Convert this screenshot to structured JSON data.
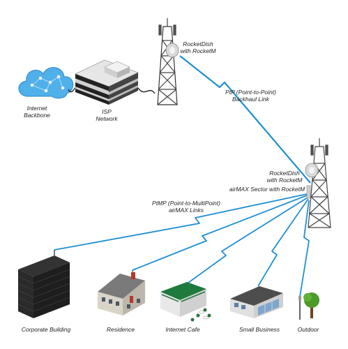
{
  "nodes": {
    "internet": {
      "line1": "Internet",
      "line2": "Backbone"
    },
    "isp": {
      "line1": "ISP",
      "line2": "Network"
    },
    "tower1": {
      "line1": "RocketDish",
      "line2": "with RocketM"
    },
    "tower2": {
      "line1": "RocketDish",
      "line2": "with RocketM",
      "sector": "airMAX Sector with RocketM"
    },
    "corporate": {
      "label": "Corporate Building"
    },
    "residence": {
      "label": "Residence"
    },
    "cafe": {
      "label": "Internet Cafe"
    },
    "business": {
      "label": "Small Business"
    },
    "outdoor": {
      "label": "Outdoor"
    }
  },
  "links": {
    "ptp": {
      "line1": "PtP (Point-to-Point)",
      "line2": "Backhaul Link"
    },
    "ptmp": {
      "line1": "PtMP (Point-to-MultiPoint)",
      "line2": "airMAX Links"
    }
  },
  "colors": {
    "link": "#1e8fd2",
    "tower": "#4a4a4a",
    "cloud": "#3d9fe0"
  }
}
